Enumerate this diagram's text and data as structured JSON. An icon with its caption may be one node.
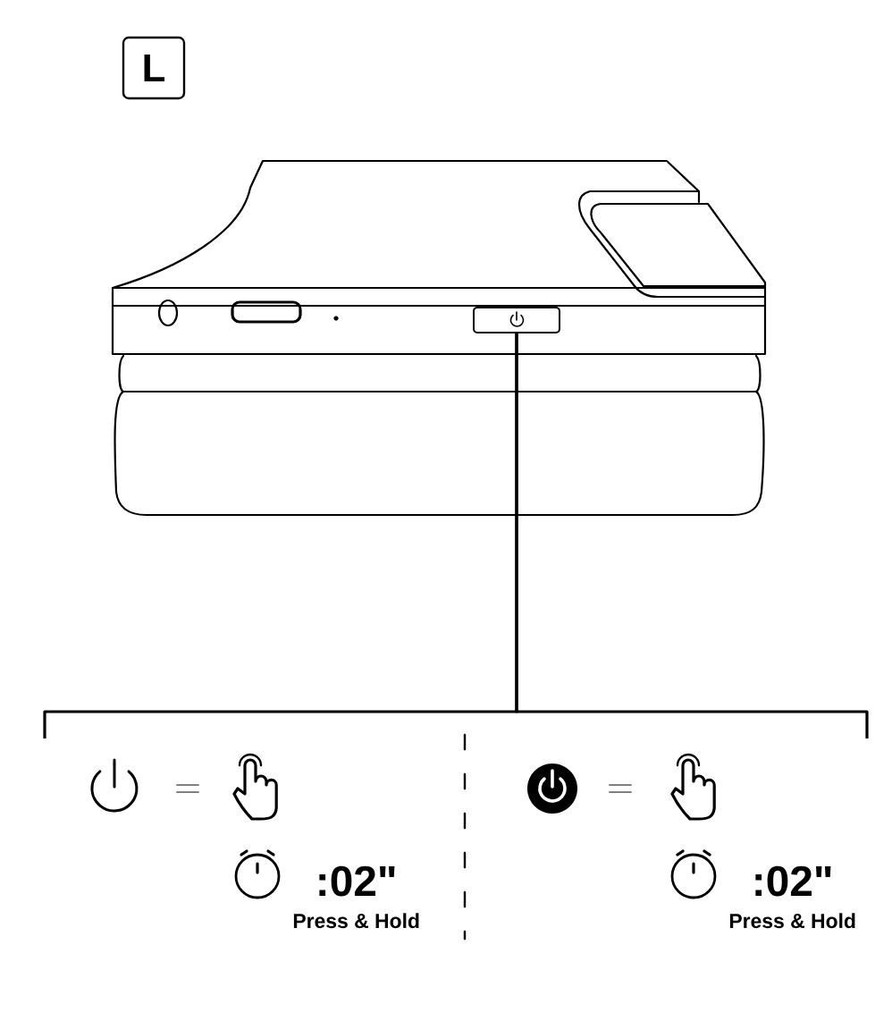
{
  "diagram": {
    "nodes": [
      {
        "text": [
          "L"
        ]
      },
      {
        "text": [],
        "shape": "button"
      },
      {
        "text": [
          ":02\"",
          "Press & Hold"
        ]
      },
      {
        "text": [
          ":02\"",
          "Press & Hold"
        ]
      }
    ],
    "edges": [
      {
        "from": 1,
        "to": 2,
        "arrow": "none"
      },
      {
        "from": 1,
        "to": 3,
        "arrow": "none"
      }
    ]
  }
}
